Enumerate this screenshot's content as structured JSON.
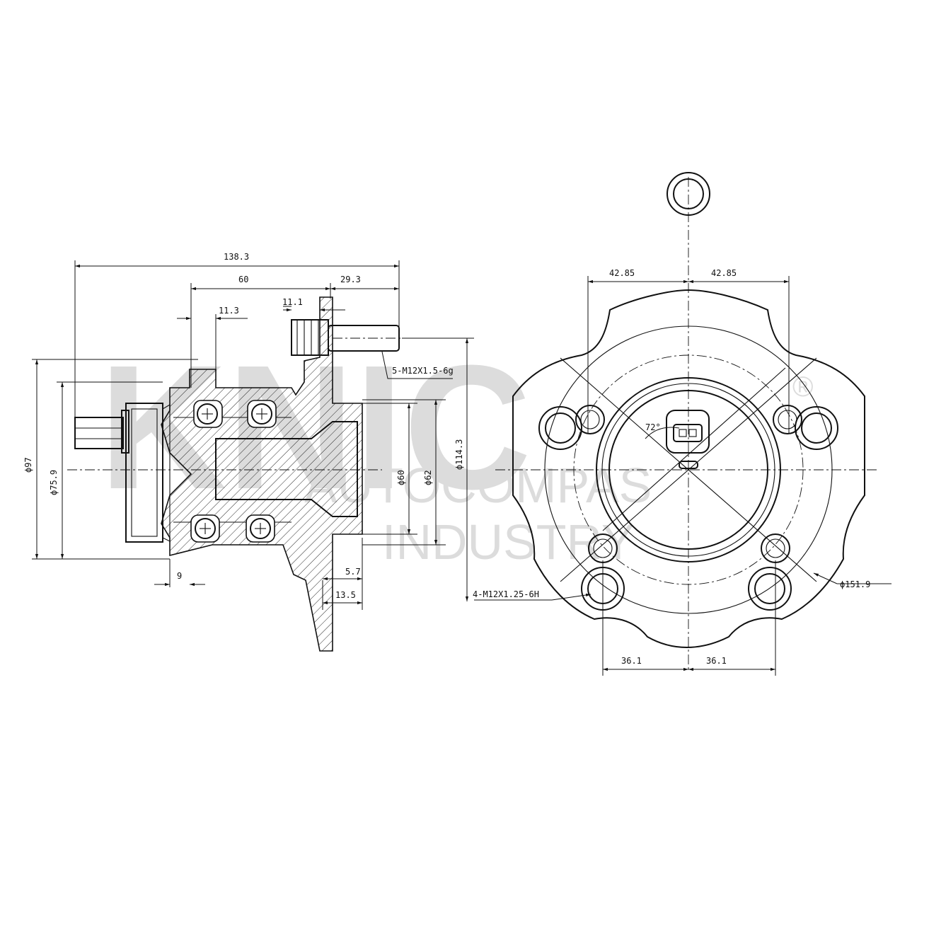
{
  "watermark": {
    "brand": "KNIC",
    "registered": "®",
    "line1": "AUTOCOMPAS",
    "line2": "INDUSTRY"
  },
  "side_view": {
    "dims": {
      "overall_length": "138.3",
      "flange_to_hub": "60",
      "stud_protrusion": "29.3",
      "connector_width": "11.3",
      "flange_thickness": "11.1",
      "stud_thread": "5-M12X1.5-6g",
      "dia_97": "ϕ97",
      "dia_75_9": "ϕ75.9",
      "dia_60": "ϕ60",
      "dia_62": "ϕ62",
      "dia_114_3": "ϕ114.3",
      "seal_offset": "9",
      "pilot_depth": "5.7",
      "pilot_length": "13.5"
    }
  },
  "front_view": {
    "dims": {
      "left_offset": "42.85",
      "right_offset": "42.85",
      "bottom_left": "36.1",
      "bottom_right": "36.1",
      "angle": "72°",
      "bolt_circle": "ϕ151.9",
      "mount_thread": "4-M12X1.25-6H"
    }
  }
}
